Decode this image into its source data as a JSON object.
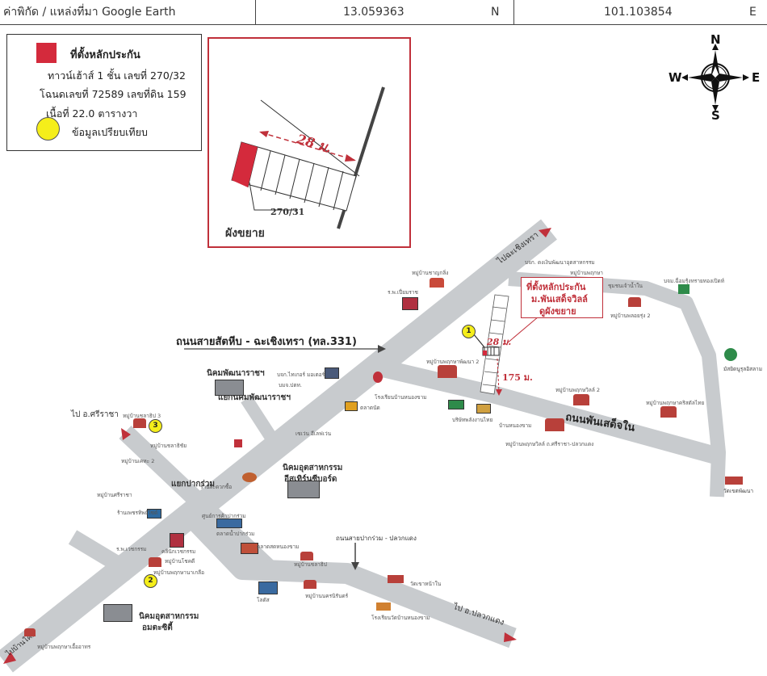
{
  "header": {
    "title": "ค่าพิกัด / แหล่งที่มา Google Earth",
    "latitude": "13.059363",
    "lat_dir": "N",
    "longitude": "101.103854",
    "lon_dir": "E"
  },
  "legend": {
    "line1": "ที่ตั้งหลักประกัน",
    "line2": "ทาวน์เฮ้าส์ 1 ชั้น เลขที่ 270/32",
    "line3": "โฉนดเลขที่ 72589 เลขที่ดิน 159",
    "line4": "เนื้อที่ 22.0 ตารางวา",
    "line5": "ข้อมูลเปรียบเทียบ",
    "collateral_color": "#d42a3c",
    "compare_color": "#f5ee1a"
  },
  "inset": {
    "width_label": "28 ม.",
    "unit_label": "270/31",
    "caption": "ผังขยาย"
  },
  "compass": {
    "n": "N",
    "s": "S",
    "e": "E",
    "w": "W"
  },
  "callout": {
    "line1": "ที่ตั้งหลักประกัน",
    "line2": "ม.พันเสด็จวิลล์",
    "line3": "ดูผังขยาย"
  },
  "map": {
    "main_road": "ถนนสายสัตหีบ - ฉะเชิงเทรา (ทล.331)",
    "road_phansadet": "ถนนพันเสด็จใน",
    "road_plakruam": "ถนนสายปากร่วม - ปลวกแดง",
    "to_chachoengsao": "ไปฉะเชิงเทรา",
    "to_sriracha": "ไป อ.ศรีราชา",
    "to_pluakdaeng": "ไป อ.ปลวกแดง",
    "to_bankhai": "ไปบ้านโค้ก",
    "dist_28": "28 ม.",
    "dist_175": "175 ม.",
    "junction_nikhom": "แยกนิคมพัฒนาราชฯ",
    "junction_plakruam": "แยกปากร่วม",
    "ind_nikhom": "นิคมพัฒนาราชฯ",
    "ind_eastern1": "นิคมอุตสาหกรรม",
    "ind_eastern2": "อีสเทิร์นซีบอร์ด",
    "ind_amata1": "นิคมอุตสาหกรรม",
    "ind_amata2": "อมตะซิตี้",
    "mosque": "มัสยิดนูรุลอิสลาม",
    "temp1": "วัดเขตพัฒนา",
    "marker1": "1",
    "marker2": "2",
    "marker3": "3"
  },
  "small_labels": [
    "หมู่บ้านชาญกลิ่ง",
    "บจก. ดงเงินพัฒนาอุตสาหกรรม",
    "ร.พ.เปี่ยมราช",
    "หมู่บ้านพฤกษา",
    "ชุมชนเจ้าน้ำใน",
    "บจม.ฉื่อมรุ้งทรายทองเปิดท์",
    "หมู่บ้านพลอยรุ่ง 2",
    "หมู่บ้านพฤกษาพัฒนา 2",
    "หมู่บ้านพฤกษวิลล์ 2",
    "หมู่บ้านพฤกษาคริสตัลไทย",
    "บจก.ไทเกอร์ มอเตอร์",
    "หมู่บ้านชลาธิป 3",
    "บมจ.ปตท.",
    "โรงเรียนบ้านหนองขาม",
    "ตลาดนัด",
    "หมู่บ้านชลาธิชัย",
    "หมู่บ้านเคหะ 2",
    "เซเว่น อีเลฟเว่น",
    "บริษัทพลังงานไทย",
    "บ้านหนองขาม",
    "หมู่บ้านพฤกษวิลล์ ถ.ศรีราชา-ปลวกแดง",
    "ศูนย์การค้าปากร่วม",
    "ร้านเพชรทิพย์ไซด์",
    "ตลาดน้ำปากร่วม",
    "คลินิกเวชกรรม",
    "หมู่บ้านโชคดี",
    "ร้านสะดวกซื้อ",
    "หมู่บ้านพฤกษานาเกลือ",
    "ร.พ.เวชกรรม",
    "ตลาดสดหนองขาม",
    "หมู่บ้านชลาธิป",
    "วัดเขาหน้าใน",
    "หมู่บ้านนครนิรันดร์",
    "โลตัส",
    "หมู่บ้านศรีราชา",
    "โรงเรียนวัดบ้านหนองขาม",
    "หมู่บ้านพฤกษาเอื้ออาทร"
  ]
}
